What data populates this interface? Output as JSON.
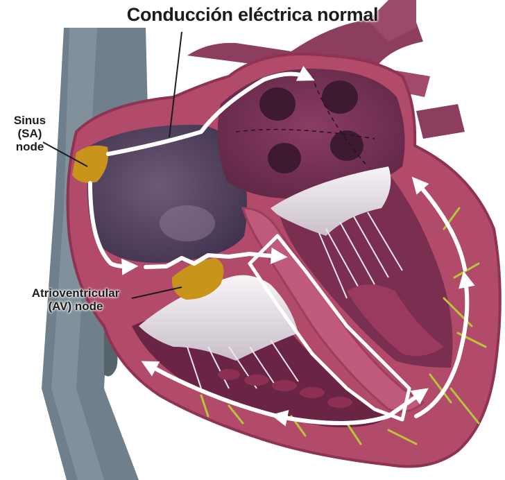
{
  "diagram": {
    "title": "Conducción eléctrica normal",
    "labels": {
      "sa_node": [
        "Sinus",
        "(SA)",
        "node"
      ],
      "av_node": [
        "Atrioventricular",
        "(AV) node"
      ]
    },
    "colors": {
      "myocardium": "#b24a6a",
      "chamber_left": "#77335a",
      "chamber_right_atrium": "#4a3a5a",
      "aorta_vein": "#6c7c88",
      "node": "#c8941c",
      "purkinje": "#b8c63a",
      "conduction_path": "#ffffff",
      "valve_tissue": "#e8e3ea"
    }
  }
}
